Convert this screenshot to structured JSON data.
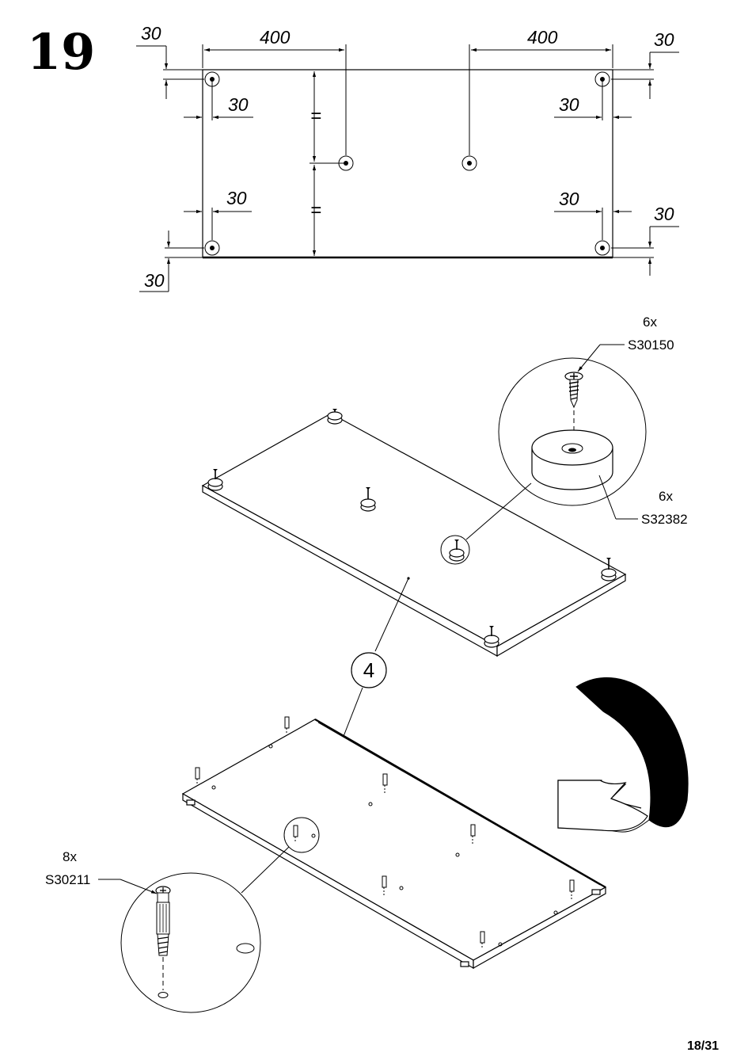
{
  "step": {
    "number": "19"
  },
  "dimensions": {
    "spacing_left": "400",
    "spacing_right": "400",
    "offset_30": "30",
    "equal_sign": "="
  },
  "parts": {
    "panel_ref": "4",
    "screw": {
      "qty": "6x",
      "code": "S30150"
    },
    "foot": {
      "qty": "6x",
      "code": "S32382"
    },
    "cam_bolt": {
      "qty": "8x",
      "code": "S30211"
    }
  },
  "footer": {
    "page": "18/31"
  }
}
